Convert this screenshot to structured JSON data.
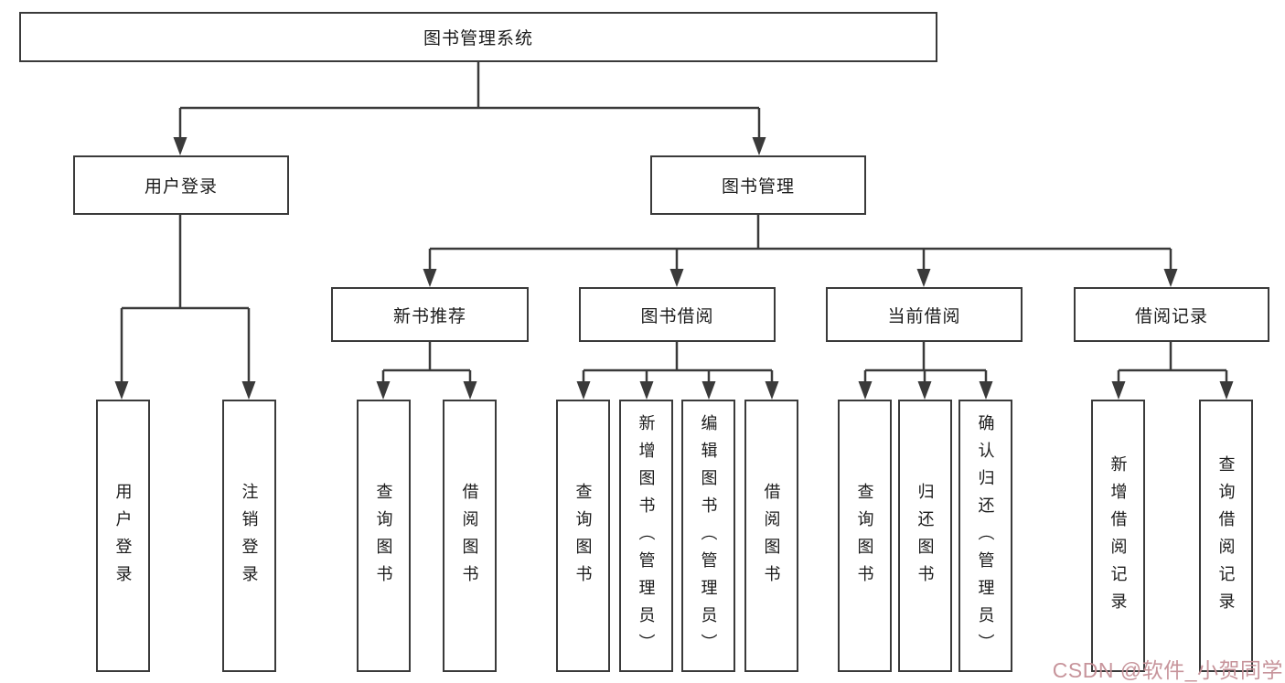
{
  "nodes": {
    "root": "图书管理系统",
    "user_login": "用户登录",
    "book_management": "图书管理",
    "new_book_recommend": "新书推荐",
    "book_borrow": "图书借阅",
    "current_borrow": "当前借阅",
    "borrow_records": "借阅记录",
    "ul_user_login": "用户登录",
    "ul_logout": "注销登录",
    "nb_query_books": "查询图书",
    "nb_borrow_books": "借阅图书",
    "bb_query_books": "查询图书",
    "bb_add_books": "新增图书（管理员）",
    "bb_edit_books": "编辑图书（管理员）",
    "bb_borrow_books": "借阅图书",
    "cb_query_books": "查询图书",
    "cb_return_books": "归还图书",
    "cb_confirm_return": "确认归还（管理员）",
    "br_add_record": "新增借阅记录",
    "br_query_record": "查询借阅记录"
  },
  "watermark": {
    "text": "CSDN @软件_小贺同学",
    "color": "#c58f96"
  },
  "colors": {
    "line": "#3a3a3a",
    "box_border": "#3a3a3a",
    "text": "#1b1b1b",
    "background": "#ffffff"
  }
}
